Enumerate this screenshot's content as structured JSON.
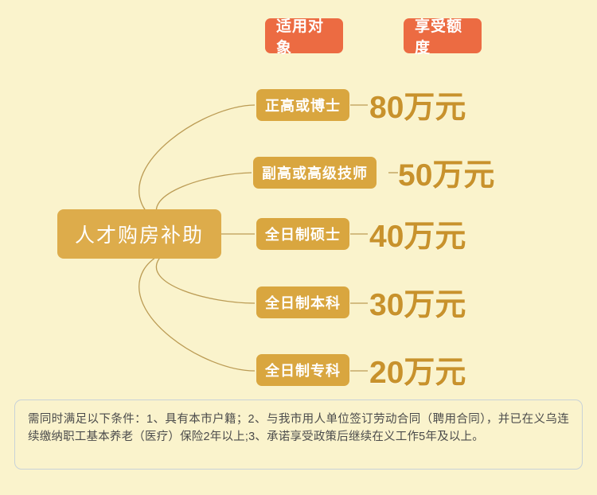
{
  "page": {
    "background_color": "#faf3cc",
    "title": "人才购房补助"
  },
  "colors": {
    "background": "#faf3cc",
    "header_badge": "#ec6b42",
    "root_node": "#ddac4b",
    "label_badge": "#d9a63f",
    "amount_text": "#c8922c",
    "connector_line": "#b8974e",
    "footnote_border": "#c8d2d8",
    "footnote_text": "#4b4b4b"
  },
  "headers": {
    "applicable": "适用对象",
    "amount": "享受额度"
  },
  "root": {
    "label": "人才购房补助"
  },
  "rows": [
    {
      "label": "正高或博士",
      "amount": "80万元"
    },
    {
      "label": "副高或高级技师",
      "amount": "50万元"
    },
    {
      "label": "全日制硕士",
      "amount": "40万元"
    },
    {
      "label": "全日制本科",
      "amount": "30万元"
    },
    {
      "label": "全日制专科",
      "amount": "20万元"
    }
  ],
  "footnote": {
    "text": "需同时满足以下条件：1、具有本市户籍；2、与我市用人单位签订劳动合同（聘用合同），并已在义乌连续缴纳职工基本养老（医疗）保险2年以上;3、承诺享受政策后继续在义工作5年及以上。"
  }
}
